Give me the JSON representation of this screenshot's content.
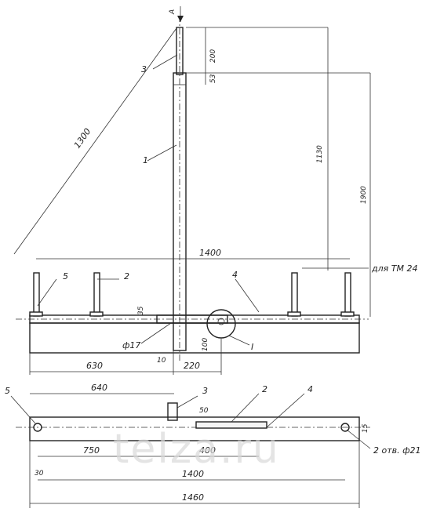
{
  "top_view": {
    "dims": {
      "d1300": "1300",
      "d200": "200",
      "d53": "53",
      "d1130": "1130",
      "d1900": "1900",
      "d1400": "1400",
      "d35": "35",
      "d100": "100",
      "d630": "630",
      "d10": "10",
      "d220": "220"
    },
    "notes": {
      "tm24": "для ТМ 24",
      "phi17": "ф17",
      "detail": "I",
      "arrow": "А"
    },
    "callouts": {
      "c1": "1",
      "c2": "2",
      "c3": "3",
      "c4": "4",
      "c5": "5"
    }
  },
  "plan_view": {
    "dims": {
      "d640": "640",
      "d50": "50",
      "d750": "750",
      "d400": "400",
      "d30": "30",
      "d1400": "1400",
      "d1460": "1460",
      "d15": "15"
    },
    "notes": {
      "holes": "2 отв. ф21"
    },
    "callouts": {
      "c2": "2",
      "c3": "3",
      "c4": "4",
      "c5": "5"
    }
  },
  "watermark": "telza.ru"
}
